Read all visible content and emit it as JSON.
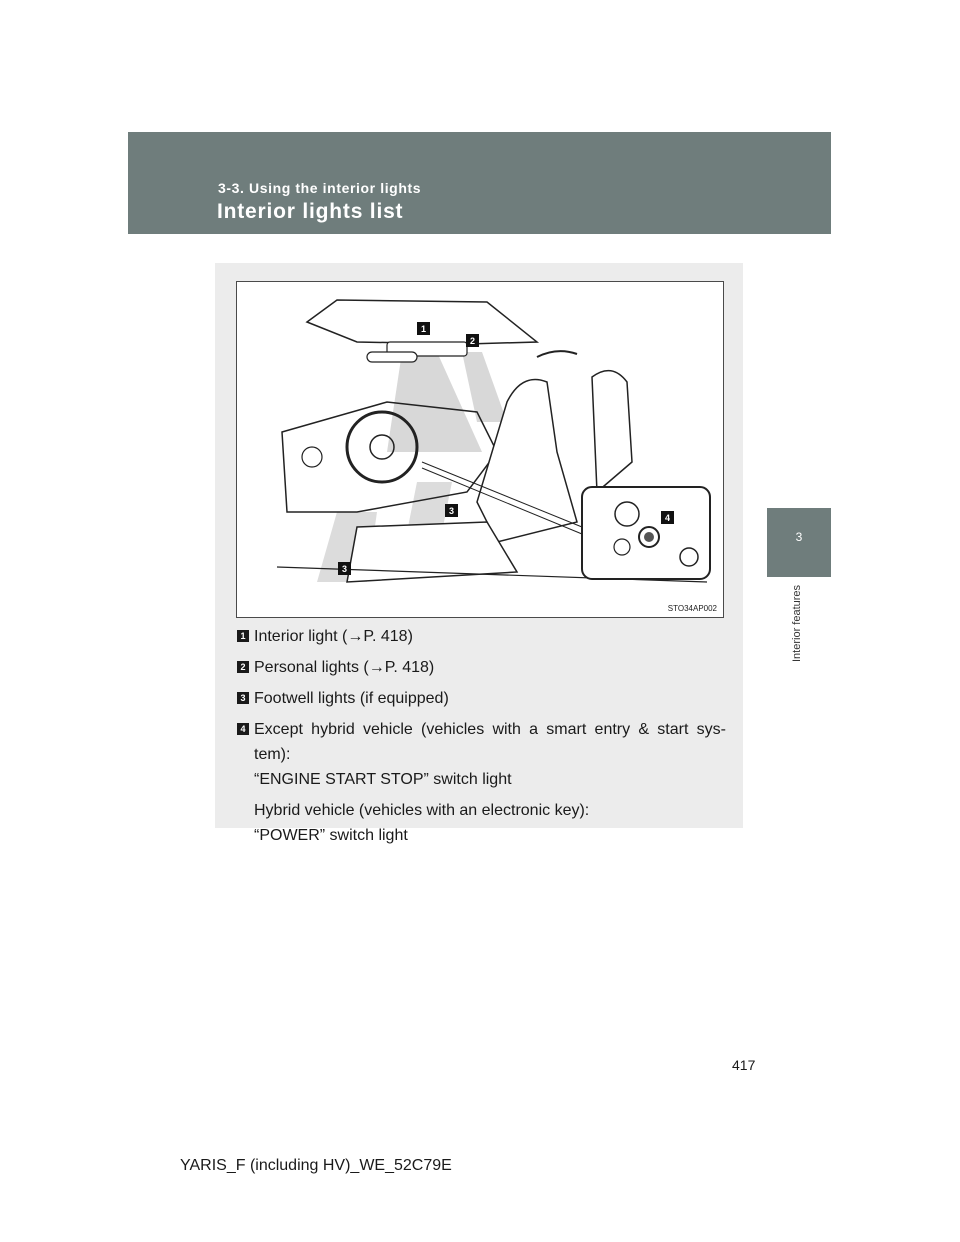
{
  "header": {
    "section": "3-3. Using the interior lights",
    "title": "Interior lights list"
  },
  "side_tab": {
    "chapter_number": "3",
    "chapter_label": "Interior features"
  },
  "figure": {
    "code": "STO34AP002",
    "callouts": [
      "1",
      "2",
      "3",
      "3",
      "4"
    ]
  },
  "items": [
    {
      "marker": "1",
      "lines": [
        "Interior light (→P. 418)"
      ]
    },
    {
      "marker": "2",
      "lines": [
        "Personal lights (→P. 418)"
      ]
    },
    {
      "marker": "3",
      "lines": [
        "Footwell lights (if equipped)"
      ]
    },
    {
      "marker": "4",
      "lines": [
        "Except hybrid vehicle (vehicles with a smart entry & start sys-",
        "tem):",
        "“ENGINE START STOP” switch light",
        "Hybrid vehicle (vehicles with an electronic key):",
        "“POWER” switch light"
      ]
    }
  ],
  "footer": {
    "doc_code": "YARIS_F (including HV)_WE_52C79E",
    "page_number": "417"
  }
}
